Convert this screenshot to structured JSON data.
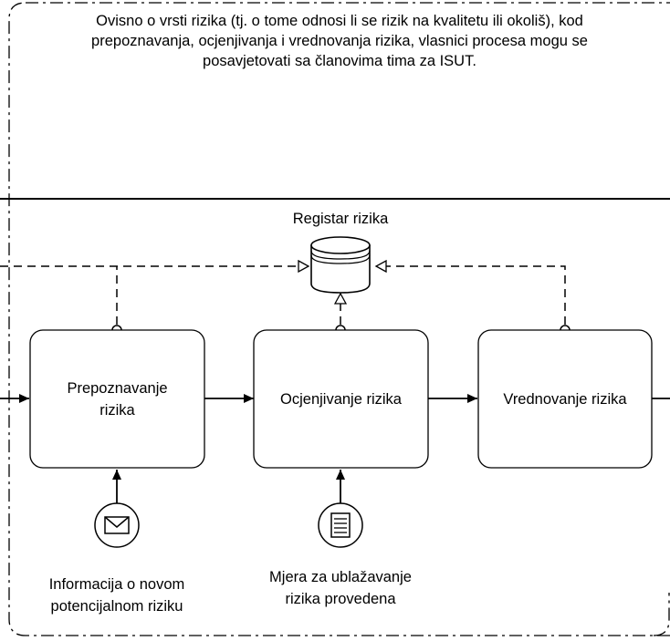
{
  "annotation": {
    "lines": [
      "Ovisno o vrsti rizika (tj. o tome odnosi li se rizik na kvalitetu ili okoliš), kod",
      "prepoznavanja, ocjenjivanja i vrednovanja rizika, vlasnici procesa mogu se",
      "posavjetovati sa članovima tima za ISUT."
    ]
  },
  "data_store": {
    "label": "Registar rizika",
    "icon": "database-icon"
  },
  "tasks": [
    {
      "label_lines": [
        "Prepoznavanje",
        "rizika"
      ]
    },
    {
      "label_lines": [
        "Ocjenjivanje rizika"
      ]
    },
    {
      "label_lines": [
        "Vrednovanje rizika"
      ]
    }
  ],
  "events": [
    {
      "icon": "envelope-icon",
      "label_lines": [
        "Informacija o novom",
        "potencijalnom riziku"
      ]
    },
    {
      "icon": "document-list-icon",
      "label_lines": [
        "Mjera za ublažavanje",
        "rizika provedena"
      ]
    }
  ],
  "colors": {
    "stroke": "#000000",
    "background": "#ffffff"
  }
}
